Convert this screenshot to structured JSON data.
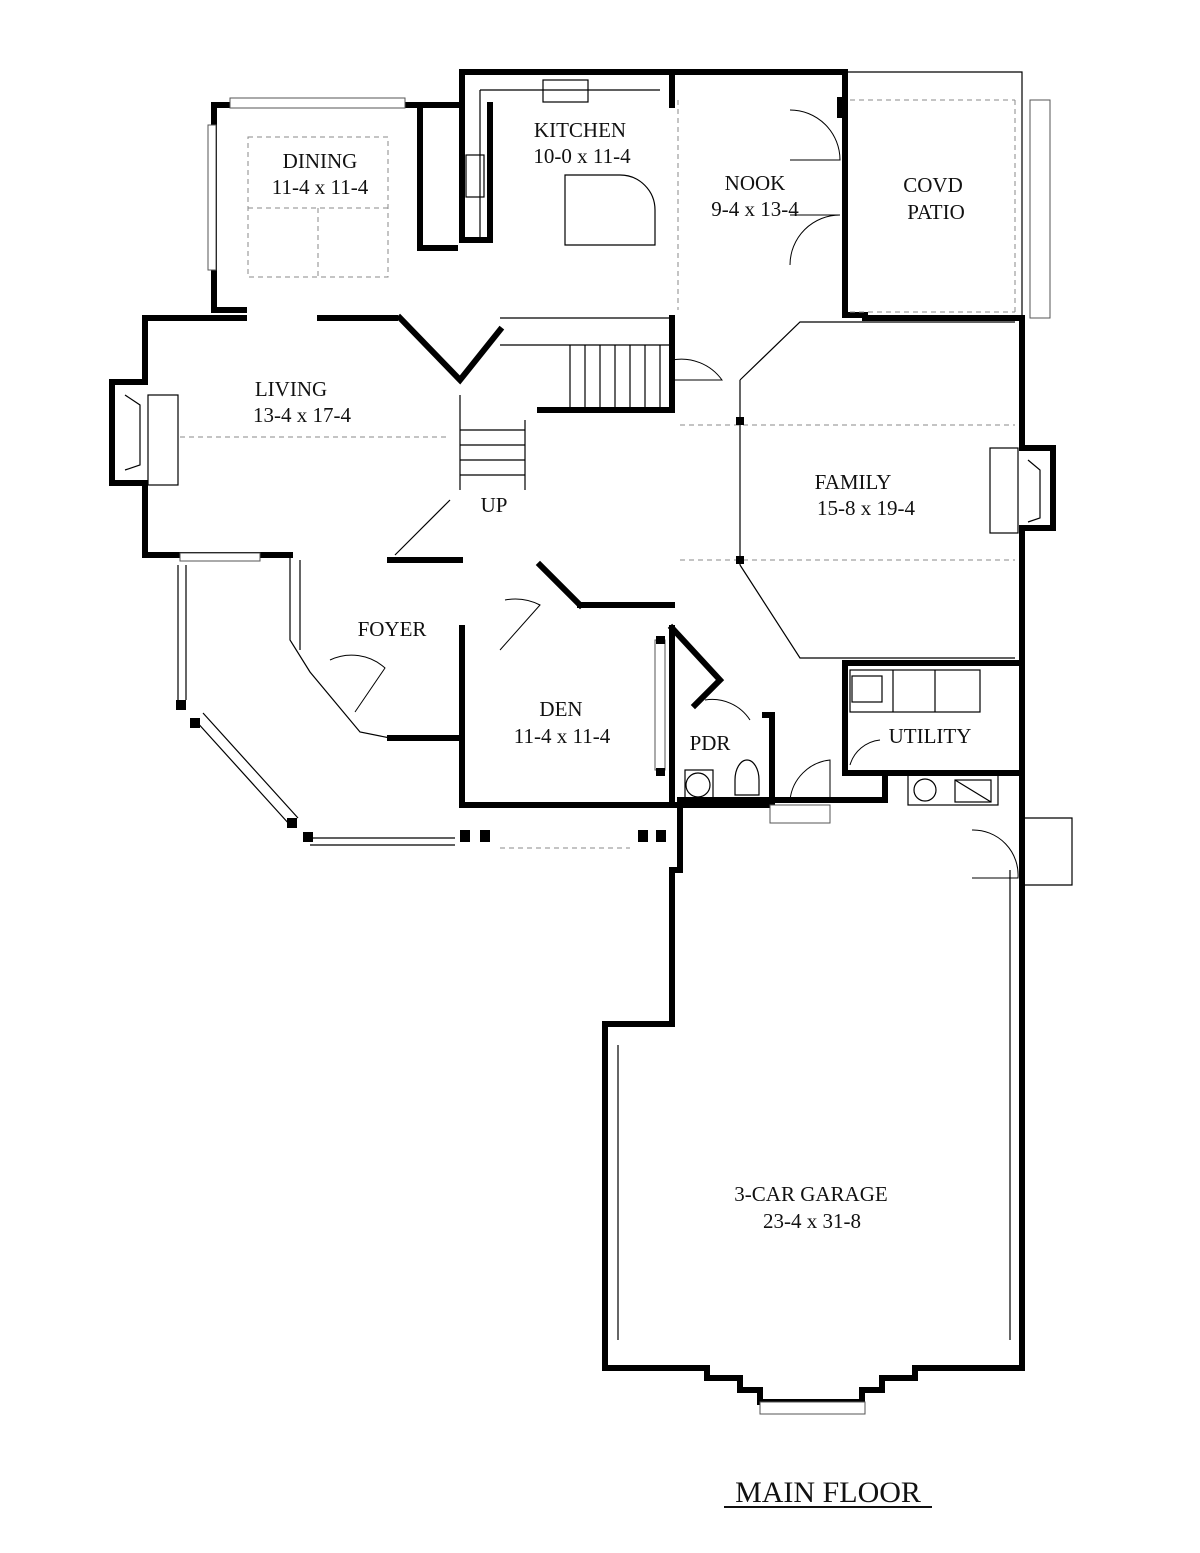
{
  "rooms": {
    "kitchen": {
      "name": "KITCHEN",
      "dims": "10-0 x 11-4"
    },
    "dining": {
      "name": "DINING",
      "dims": "11-4 x 11-4"
    },
    "nook": {
      "name": "NOOK",
      "dims": "9-4 x 13-4"
    },
    "patio": {
      "name_line1": "COVD",
      "name_line2": "PATIO"
    },
    "living": {
      "name": "LIVING",
      "dims": "13-4 x 17-4"
    },
    "family": {
      "name": "FAMILY",
      "dims": "15-8 x 19-4"
    },
    "foyer": {
      "name": "FOYER"
    },
    "den": {
      "name": "DEN",
      "dims": "11-4 x 11-4"
    },
    "pdr": {
      "name": "PDR"
    },
    "utility": {
      "name": "UTILITY"
    },
    "garage": {
      "name": "3-CAR GARAGE",
      "dims": "23-4 x 31-8"
    }
  },
  "stairs": {
    "label": "UP"
  },
  "plan_title": "MAIN FLOOR"
}
